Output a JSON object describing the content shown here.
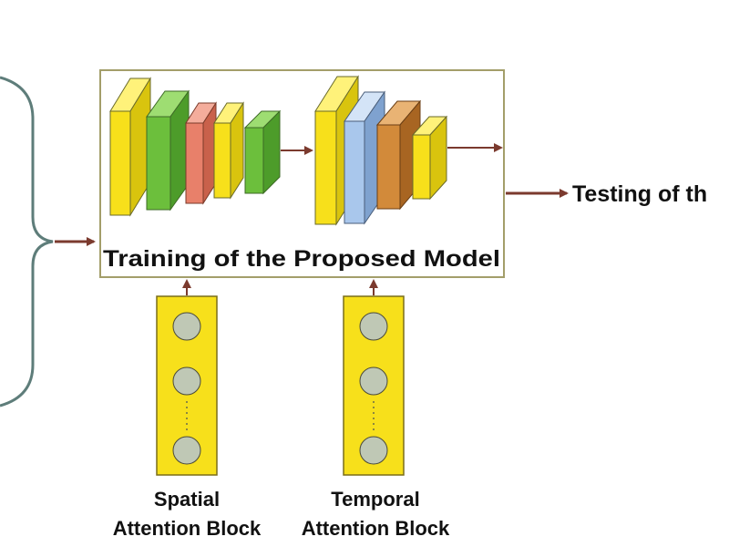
{
  "training": {
    "label": "Training of the Proposed Model"
  },
  "testing": {
    "label": "Testing of th"
  },
  "spatial": {
    "line1": "Spatial",
    "line2": "Attention Block"
  },
  "temporal": {
    "line1": "Temporal",
    "line2": "Attention Block"
  },
  "colors": {
    "arrow": "#7b3a2e",
    "frame": "#a39e6a",
    "bracket": "#5e7d7a",
    "yellow": "#f7e01b",
    "green": "#6cbf3c",
    "salmon": "#e8806a",
    "blue": "#a9c7ec",
    "orange": "#d28a3a",
    "node": "#bfc8b5"
  }
}
